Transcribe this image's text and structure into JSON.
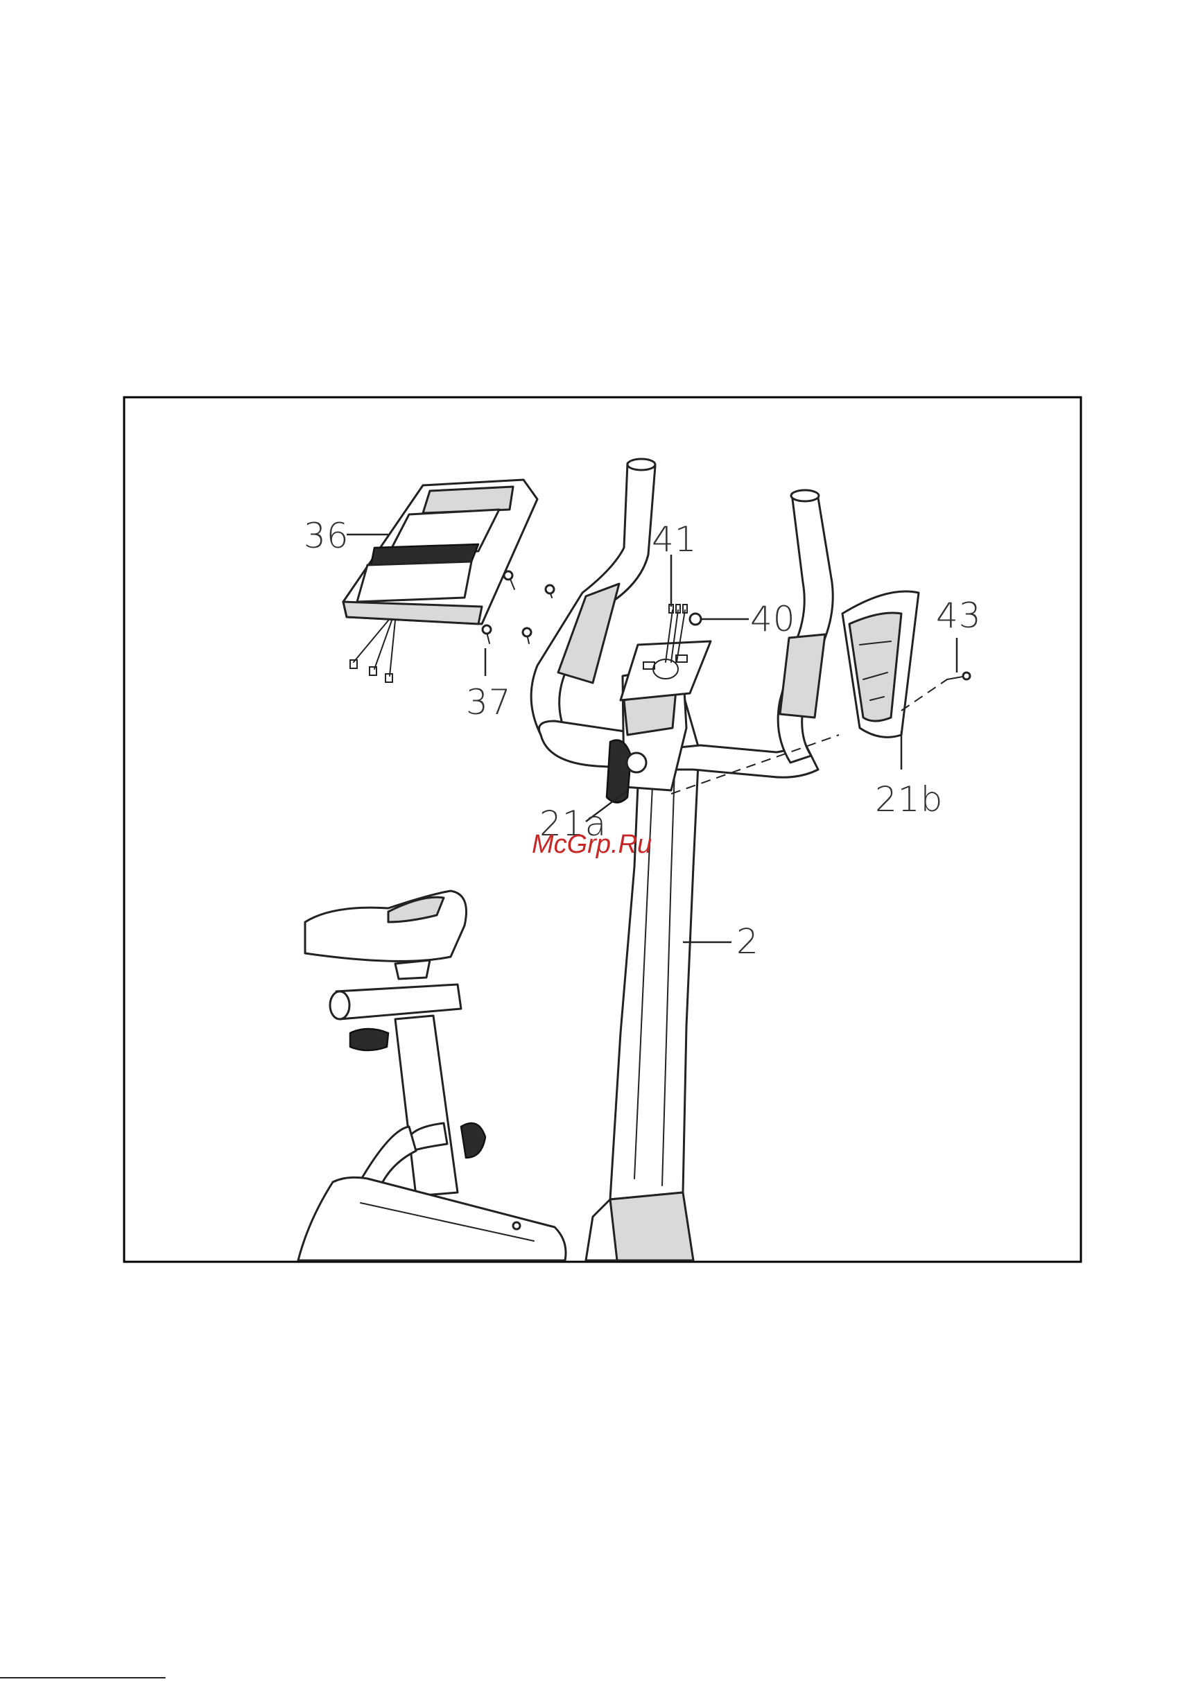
{
  "diagram": {
    "callouts": {
      "display_console": "36",
      "cables": "41",
      "screws": "37",
      "connector": "40",
      "bolt": "43",
      "front_cover_a": "21a",
      "front_cover_b": "21b",
      "upright_post": "2"
    },
    "watermark": "McGrp.Ru"
  }
}
